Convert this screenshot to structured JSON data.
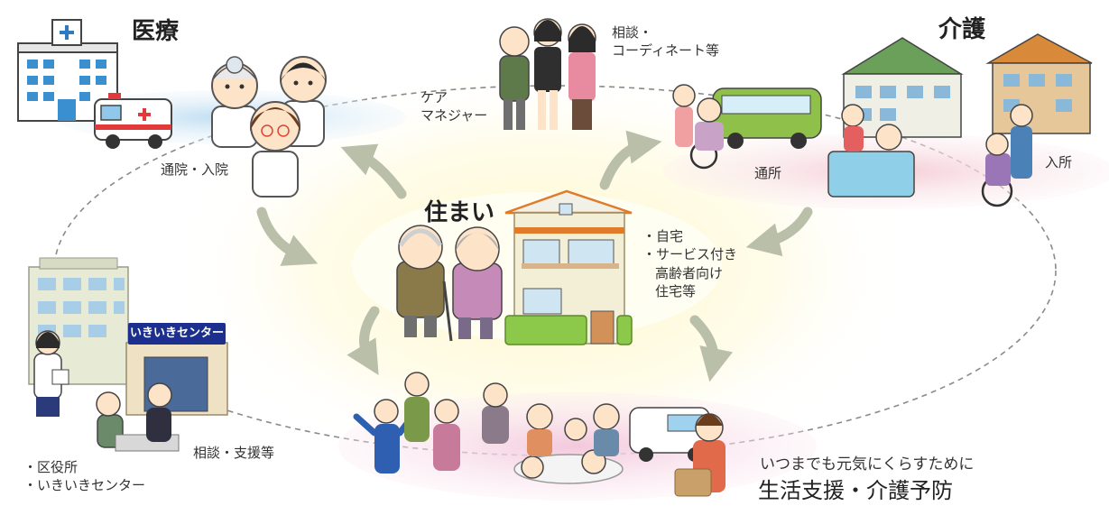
{
  "sections": {
    "medical": {
      "title": "医療"
    },
    "care": {
      "title": "介護"
    },
    "home": {
      "title": "住まい",
      "items": [
        "・自宅",
        "・サービス付き",
        "高齢者向け",
        "住宅等"
      ]
    },
    "office": {
      "sign": "いきいきセンター",
      "items": [
        "・区役所",
        "・いきいきセンター"
      ]
    },
    "prevention": {
      "tagline": "いつまでも元気にくらすために",
      "title": "生活支援・介護予防"
    }
  },
  "labels": {
    "hospital_visit": "通院・入院",
    "care_manager": [
      "ケア",
      "マネジャー"
    ],
    "consult_coord": [
      "相談・",
      "コーディネート等"
    ],
    "day_service": "通所",
    "admission": "入所",
    "consult_support": "相談・支援等"
  },
  "colors": {
    "ring_dash": "#8a8a8a",
    "arrow": "#b9bfa8",
    "medical_ellipse": "#d5e8f5",
    "care_ellipse": "#f8e0e4",
    "prevention_ellipse": "#f7dbe7",
    "home_ellipse": "#fffde7"
  }
}
